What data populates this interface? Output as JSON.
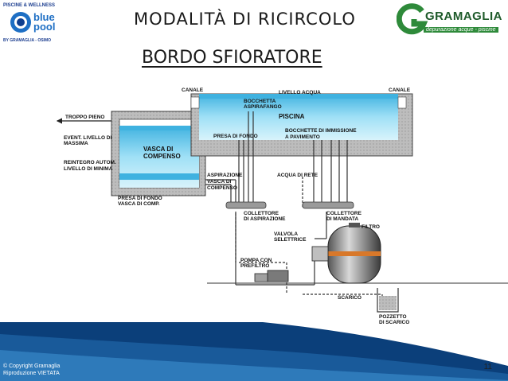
{
  "header": {
    "title": "MODALITÀ DI RICIRCOLO",
    "subtitle": "BORDO SFIORATORE"
  },
  "logo_left": {
    "top_text": "PISCINE & WELLNESS",
    "brand": "blue pool",
    "by_text": "BY GRAMAGLIA - OSIMO"
  },
  "logo_right": {
    "brand": "GRAMAGLIA",
    "tagline": "depurazione acque - piscine"
  },
  "diagram": {
    "labels": {
      "canale_left": "CANALE",
      "livello_acqua": "LIVELLO ACQUA",
      "canale_right": "CANALE",
      "troppo_pieno": "TROPPO PIENO",
      "bocchetta_line1": "BOCCHETTA",
      "bocchetta_line2": "ASPIRAFANGO",
      "piscina": "PISCINA",
      "presa_di_fondo": "PRESA DI FONDO",
      "bocchette_line1": "BOCCHETTE DI IMMISSIONE",
      "bocchette_line2": "A PAVIMENTO",
      "event_line1": "EVENT. LIVELLO DI",
      "event_line2": "MASSIMA",
      "vasca_line1": "VASCA DI",
      "vasca_line2": "COMPENSO",
      "reintegro_line1": "REINTEGRO AUTOM.",
      "reintegro_line2": "LIVELLO DI MINIMA",
      "aspirazione_line1": "ASPIRAZIONE",
      "aspirazione_line2": "VASCA DI",
      "aspirazione_line3": "COMPENSO",
      "acqua_di_rete": "ACQUA DI RETE",
      "presa_fondo_vasca_line1": "PRESA DI FONDO",
      "presa_fondo_vasca_line2": "VASCA DI COMP.",
      "collettore_asp_line1": "COLLETTORE",
      "collettore_asp_line2": "DI ASPIRAZIONE",
      "collettore_man_line1": "COLLETTORE",
      "collettore_man_line2": "DI MANDATA",
      "filtro": "FILTRO",
      "valvola_line1": "VALVOLA",
      "valvola_line2": "SELETTRICE",
      "pompa_line1": "POMPA CON",
      "pompa_line2": "PREFILTRO",
      "scarico": "SCARICO",
      "pozzetto_line1": "POZZETTO",
      "pozzetto_line2": "DI SCARICO"
    }
  },
  "footer": {
    "copyright_line1": "© Copyright Gramaglia",
    "copyright_line2": "Riproduzione VIETATA",
    "slide_number": "11"
  },
  "colors": {
    "water": "#7fd3f0",
    "water_deep": "#3fb2e0",
    "concrete": "#c8c8c8",
    "filter_orange": "#d8782a",
    "footer_blue": "#0b3f7a"
  }
}
